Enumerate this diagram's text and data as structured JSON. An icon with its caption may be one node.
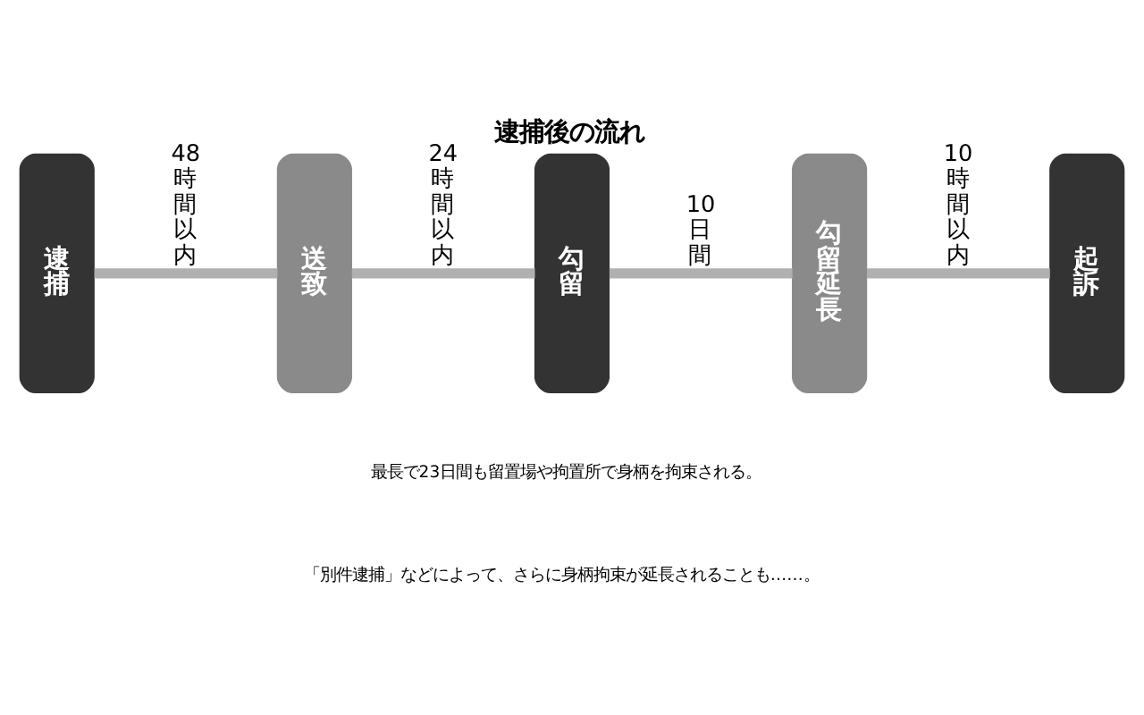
{
  "diagram": {
    "title": "逮捕後の流れ",
    "nodes": [
      {
        "text": [
          "逮捕"
        ]
      },
      {
        "text": [
          "送致"
        ]
      },
      {
        "text": [
          "勾留"
        ]
      },
      {
        "text": [
          "勾留延長"
        ]
      },
      {
        "text": [
          "起訴"
        ]
      }
    ],
    "edges": [
      {
        "from": 0,
        "to": 1,
        "arrow": "none",
        "label": "48時間以内"
      },
      {
        "from": 1,
        "to": 2,
        "arrow": "none",
        "label": "24時間以内"
      },
      {
        "from": 2,
        "to": 3,
        "arrow": "none",
        "label": "10日間"
      },
      {
        "from": 3,
        "to": 4,
        "arrow": "none",
        "label": "10時間以内"
      }
    ],
    "labels": [
      "最長で23日間も留置場や拘置所で身柄を拘束される。",
      "「別件逮捕」などによって、さらに身柄拘束が延長されることも……。"
    ]
  }
}
